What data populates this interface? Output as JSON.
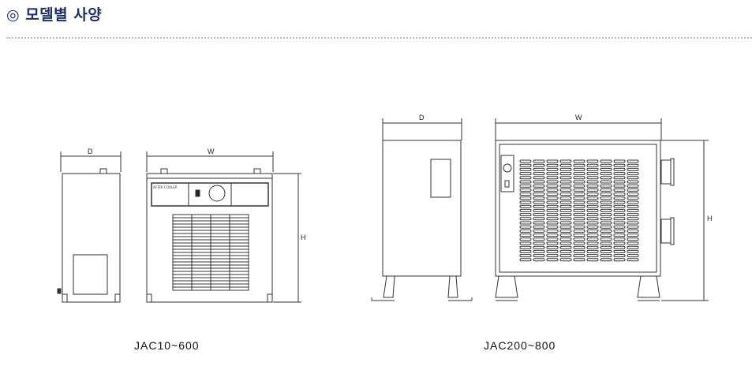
{
  "header": {
    "title": "◎ 모델별 사양"
  },
  "dims": {
    "d": "D",
    "w": "W",
    "h": "H"
  },
  "small": {
    "panel_label": "AFTER COOLER",
    "model": "JAC10~600"
  },
  "large": {
    "model": "JAC200~800"
  }
}
